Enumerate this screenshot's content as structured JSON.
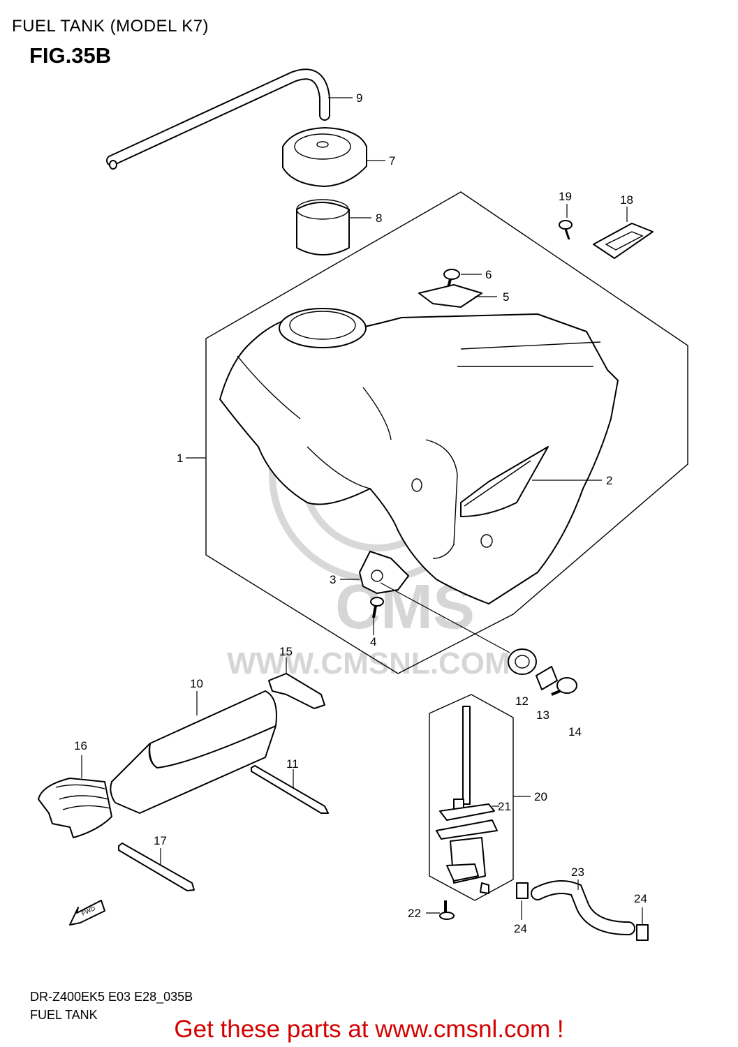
{
  "header": {
    "title": "FUEL TANK (MODEL K7)",
    "figure": "FIG.35B"
  },
  "watermark": {
    "logo_text": "CMS",
    "url_text": "WWW.CMSNL.COM"
  },
  "fwd_badge": "FWD",
  "callouts": [
    "1",
    "2",
    "3",
    "4",
    "5",
    "6",
    "7",
    "8",
    "9",
    "10",
    "11",
    "12",
    "13",
    "14",
    "15",
    "16",
    "17",
    "18",
    "19",
    "20",
    "21",
    "22",
    "23",
    "24",
    "24"
  ],
  "footer": {
    "code": "DR-Z400EK5 E03 E28_035B",
    "name": "FUEL TANK"
  },
  "promo_text": "Get these parts at www.cmsnl.com !",
  "colors": {
    "promo": "#d40000",
    "watermark": "#d8d8d8"
  }
}
